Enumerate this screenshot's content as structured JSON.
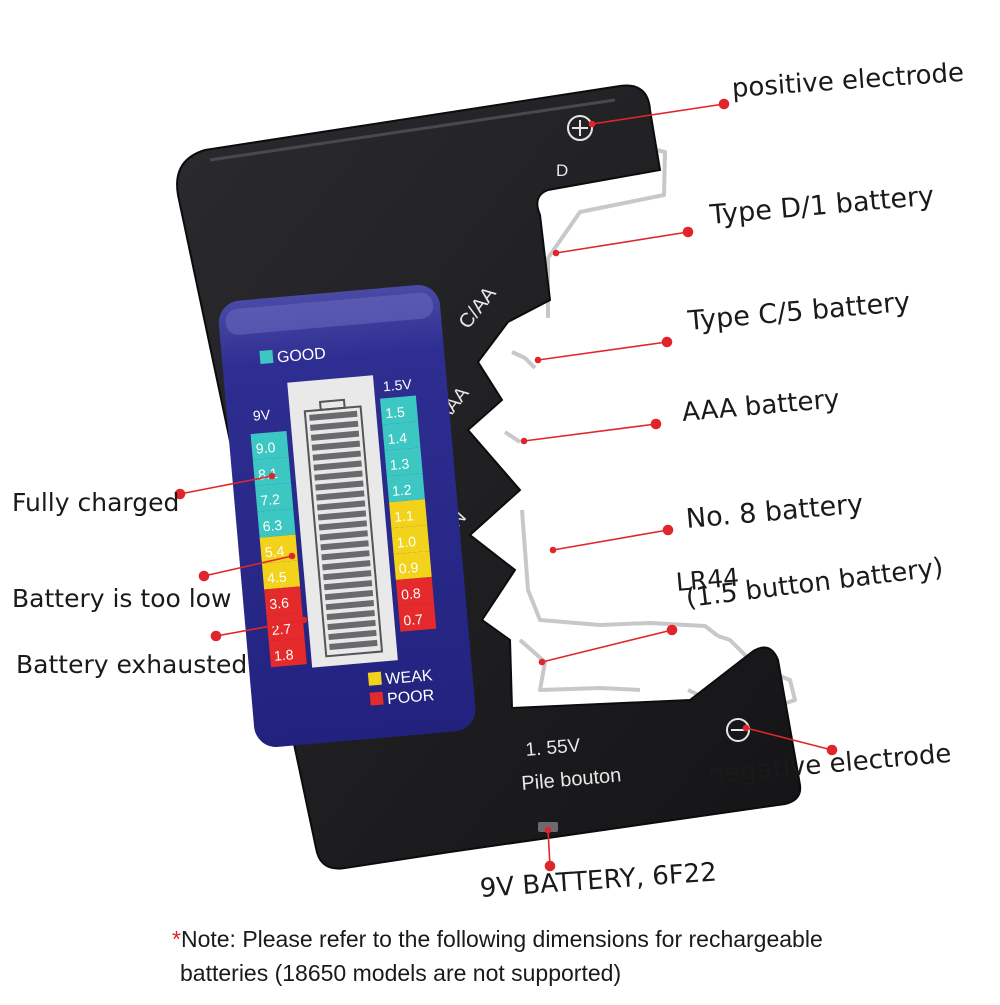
{
  "colors": {
    "body": "#1f1f22",
    "panel": "#2a2a8c",
    "good": "#3cc7c2",
    "weak": "#f2d21b",
    "poor": "#e42a2a",
    "callout": "#e0262b",
    "clip": "#c8c8cc"
  },
  "device": {
    "slot_labels": [
      "D",
      "C/AA",
      "AAA",
      "N"
    ],
    "button_voltage": "1. 55V",
    "button_label": "Pile bouton",
    "positive_icon": "plus-circle-icon",
    "negative_icon": "minus-circle-icon"
  },
  "meter": {
    "legend_good": "GOOD",
    "legend_weak": "WEAK",
    "legend_poor": "POOR",
    "left_header": "9V",
    "right_header": "1.5V",
    "left_scale": [
      {
        "value": "9.0",
        "status": "good"
      },
      {
        "value": "8.1",
        "status": "good"
      },
      {
        "value": "7.2",
        "status": "good"
      },
      {
        "value": "6.3",
        "status": "good"
      },
      {
        "value": "5.4",
        "status": "weak"
      },
      {
        "value": "4.5",
        "status": "weak"
      },
      {
        "value": "3.6",
        "status": "poor"
      },
      {
        "value": "2.7",
        "status": "poor"
      },
      {
        "value": "1.8",
        "status": "poor"
      }
    ],
    "right_scale": [
      {
        "value": "1.5",
        "status": "good"
      },
      {
        "value": "1.4",
        "status": "good"
      },
      {
        "value": "1.3",
        "status": "good"
      },
      {
        "value": "1.2",
        "status": "good"
      },
      {
        "value": "1.1",
        "status": "weak"
      },
      {
        "value": "1.0",
        "status": "weak"
      },
      {
        "value": "0.9",
        "status": "weak"
      },
      {
        "value": "0.8",
        "status": "poor"
      },
      {
        "value": "0.7",
        "status": "poor"
      }
    ]
  },
  "callouts": {
    "positive": "positive electrode",
    "type_d": "Type D/1 battery",
    "type_c": "Type C/5 battery",
    "aaa": "AAA battery",
    "no8": "No. 8 battery",
    "lr44_line1": "LR44",
    "lr44_line2": "(1.5 button battery)",
    "negative": "negative electrode",
    "nine_volt": "9V BATTERY, 6F22",
    "fully_charged": "Fully charged",
    "too_low": "Battery is too low",
    "exhausted": "Battery exhausted"
  },
  "note": {
    "asterisk": "*",
    "line1": "Note: Please refer to the following dimensions for rechargeable",
    "line2": "batteries (18650 models are not supported)"
  }
}
